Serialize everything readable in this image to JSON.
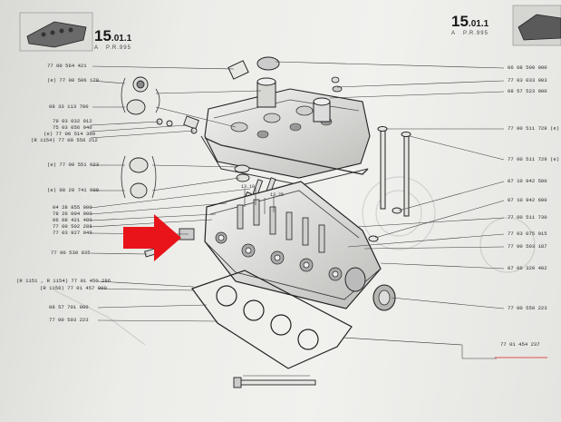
{
  "header_left": {
    "section": "15",
    "sub": "01",
    "suffix": "1",
    "letter": "A",
    "pr": "P.R.995"
  },
  "header_right": {
    "section": "15",
    "sub": "01",
    "suffix": "1",
    "letter": "A",
    "pr": "P.R.995"
  },
  "left_parts": [
    {
      "id": "l1",
      "text": "77 00 564 421"
    },
    {
      "id": "l2",
      "text": "(e) 77 00 506 170"
    },
    {
      "id": "l3",
      "text": "08 33 113 700"
    },
    {
      "id": "l4a",
      "text": "79 03 032 012"
    },
    {
      "id": "l4b",
      "text": "75 03 056 040"
    },
    {
      "id": "l4c",
      "text": "(e) 77 00 514 309"
    },
    {
      "id": "l4d",
      "text": "(R 1154) 77 00 556 212"
    },
    {
      "id": "l5",
      "text": "(e) 77 00 551 023"
    },
    {
      "id": "l6",
      "text": "(e) 08 20 741 000"
    },
    {
      "id": "l7",
      "text": "04 28 855 000"
    },
    {
      "id": "l8",
      "text": "78 26 004 000"
    },
    {
      "id": "l9",
      "text": "06 08 421 400"
    },
    {
      "id": "l10",
      "text": "77 00 502 288"
    },
    {
      "id": "l11",
      "text": "77 03 927 049"
    },
    {
      "id": "l12",
      "text": "77 00 530 835"
    },
    {
      "id": "l13",
      "text": "(R 1151 , R 1154) 77 01 450 286"
    },
    {
      "id": "l14",
      "text": "(R 1156) 77 01 457 000"
    },
    {
      "id": "l15",
      "text": "08 57 701 000"
    },
    {
      "id": "l16",
      "text": "77 00 503 223"
    }
  ],
  "right_parts": [
    {
      "id": "r1",
      "text": "06 08 509 900"
    },
    {
      "id": "r2",
      "text": "77 03 033 003"
    },
    {
      "id": "r3",
      "text": "08 57 523 900"
    },
    {
      "id": "r4",
      "text": "77 00 511 728 (e)"
    },
    {
      "id": "r5",
      "text": "77 00 511 729 (e)"
    },
    {
      "id": "r6",
      "text": "07 10 942 500"
    },
    {
      "id": "r7",
      "text": "07 10 942 600"
    },
    {
      "id": "r8",
      "text": "77 00 511 730"
    },
    {
      "id": "r9",
      "text": "77 03 075 015"
    },
    {
      "id": "r10",
      "text": "77 00 503 187"
    },
    {
      "id": "r11",
      "text": "07 06 329 402"
    },
    {
      "id": "r12",
      "text": "77 00 559 223"
    },
    {
      "id": "r13",
      "text": "77 01 454 237"
    }
  ],
  "dimensions": {
    "d1": "13.10",
    "d2": "13.25"
  },
  "colors": {
    "arrow": "#e8141a",
    "ink": "#2a2a2a",
    "paper": "#efefec",
    "underline": "#e05050"
  }
}
